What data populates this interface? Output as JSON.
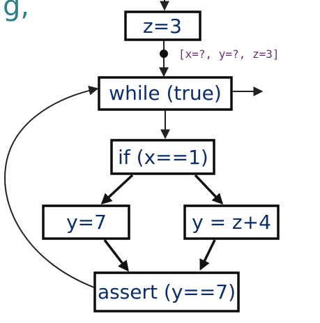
{
  "corner_fragment": "g,",
  "nodes": {
    "assign_z": "z=3",
    "loop": "while (true)",
    "branch": "if (x==1)",
    "then_assign": "y=7",
    "else_assign": "y = z+4",
    "check": "assert (y==7)"
  },
  "state_annotation": "[x=?, y=?, z=3]",
  "colors": {
    "node_text": "#0b2d6b",
    "state_text": "#6b2f6b",
    "corner_text": "#2f7f86",
    "box_border": "#0d0d0d"
  }
}
